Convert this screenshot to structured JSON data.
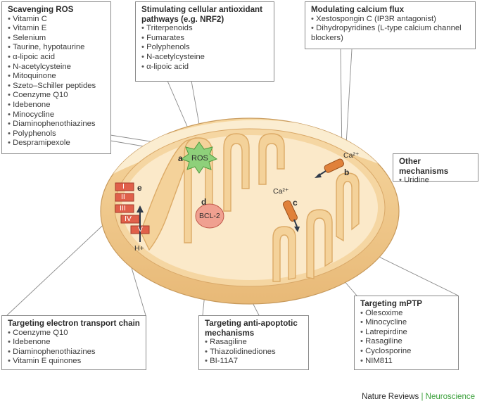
{
  "boxes": {
    "ros": {
      "title": "Scavenging ROS",
      "items": [
        "Vitamin C",
        "Vitamin E",
        "Selenium",
        "Taurine, hypotaurine",
        "α-lipoic acid",
        "N-acetylcysteine",
        "Mitoquinone",
        "Szeto–Schiller peptides",
        "Coenzyme Q10",
        "Idebenone",
        "Minocycline",
        "Diaminophenothiazines",
        "Polyphenols",
        "Despramipexole"
      ]
    },
    "nrf2": {
      "title": "Stimulating cellular antioxidant pathways (e.g. NRF2)",
      "items": [
        "Triterpenoids",
        "Fumarates",
        "Polyphenols",
        "N-acetylcysteine",
        "α-lipoic acid"
      ]
    },
    "calcium": {
      "title": "Modulating calcium flux",
      "items": [
        "Xestospongin C (IP3R antagonist)",
        "Dihydropyridines (L-type calcium channel blockers)"
      ]
    },
    "other": {
      "title": "Other mechanisms",
      "items": [
        "Uridine"
      ]
    },
    "etc": {
      "title": "Targeting electron transport chain",
      "items": [
        "Coenzyme Q10",
        "Idebenone",
        "Diaminophenothiazines",
        "Vitamin E quinones"
      ]
    },
    "apoptotic": {
      "title": "Targeting anti-apoptotic mechanisms",
      "items": [
        "Rasagiline",
        "Thiazolidinediones",
        "BI-11A7"
      ]
    },
    "mptp": {
      "title": "Targeting mPTP",
      "items": [
        "Olesoxime",
        "Minocycline",
        "Latrepirdine",
        "Rasagiline",
        "Cyclosporine",
        "NIM811"
      ]
    }
  },
  "labels": {
    "a": "a",
    "b": "b",
    "c": "c",
    "d": "d",
    "e": "e",
    "ros": "ROS",
    "bcl2": "BCL-2",
    "ca_b": "Ca²⁺",
    "ca_c": "Ca²⁺",
    "complexes": [
      "I",
      "II",
      "III",
      "IV",
      "V"
    ],
    "proton": "H+"
  },
  "credit": {
    "publisher": "Nature Reviews",
    "separator": "|",
    "journal": "Neuroscience"
  },
  "colors": {
    "outer_membrane": "#f0c98a",
    "inner_space": "#fbe6c2",
    "matrix": "#fdf1dc",
    "complex": "#e0604a",
    "ros_burst": "#8ed07a",
    "bcl2": "#f0a090",
    "channel": "#e0813a",
    "arrow": "#2f3a4a"
  }
}
